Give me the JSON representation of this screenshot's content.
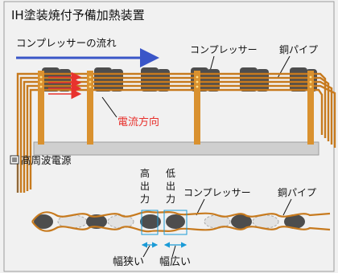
{
  "title": "IH塗装焼付予備加熱装置",
  "labels": {
    "compressor_flow": "コンプレッサーの流れ",
    "compressor_top": "コンプレッサー",
    "copper_pipe_top": "銅パイプ",
    "current_direction": "電流方向",
    "hf_power": "高周波電源",
    "high_output": [
      "高",
      "出",
      "力"
    ],
    "low_output": [
      "低",
      "出",
      "力"
    ],
    "compressor_bottom": "コンプレッサー",
    "copper_pipe_bottom": "銅パイプ",
    "narrow_width": "幅狭い",
    "wide_width": "幅広い"
  },
  "colors": {
    "copper": "#c77a1e",
    "compressor": "#4d4d4d",
    "flow_arrow": "#3a56c8",
    "current": "#e8322e",
    "measure": "#1b9bd7",
    "base": "#cfcfcf",
    "background": "#f1f1f1"
  }
}
